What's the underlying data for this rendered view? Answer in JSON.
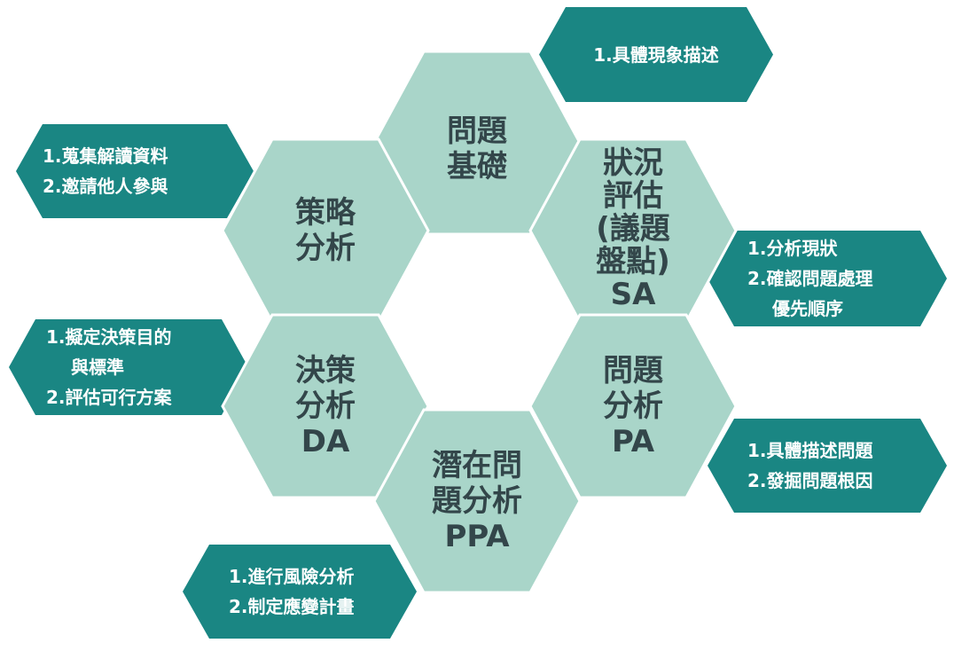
{
  "colors": {
    "hex_fill": "#a9d5c9",
    "hex_stroke": "#ffffff",
    "hex_text": "#33464a",
    "tag_fill": "#1a8683",
    "tag_text": "#ffffff"
  },
  "hexagons": [
    {
      "id": "basis",
      "lines": [
        "問題",
        "基礎"
      ]
    },
    {
      "id": "sa",
      "lines": [
        "狀況",
        "評估",
        "(議題",
        "盤點)",
        "SA"
      ]
    },
    {
      "id": "strategy",
      "lines": [
        "策略",
        "分析"
      ]
    },
    {
      "id": "da",
      "lines": [
        "決策",
        "分析",
        "DA"
      ]
    },
    {
      "id": "pa",
      "lines": [
        "問題",
        "分析",
        "PA"
      ]
    },
    {
      "id": "ppa",
      "lines": [
        "潛在問",
        "題分析",
        "PPA"
      ]
    }
  ],
  "tags": [
    {
      "id": "basis",
      "lines": [
        "1.具體現象描述"
      ]
    },
    {
      "id": "strategy",
      "lines": [
        "1.蒐集解讀資料",
        "2.邀請他人參與"
      ]
    },
    {
      "id": "sa",
      "lines": [
        "1.分析現狀",
        "2.確認問題處理",
        "優先順序"
      ]
    },
    {
      "id": "da",
      "lines": [
        "1.擬定決策目的",
        "與標準",
        "2.評估可行方案"
      ]
    },
    {
      "id": "pa",
      "lines": [
        "1.具體描述問題",
        "2.發掘問題根因"
      ]
    },
    {
      "id": "ppa",
      "lines": [
        "1.進行風險分析",
        "2.制定應變計畫"
      ]
    }
  ]
}
